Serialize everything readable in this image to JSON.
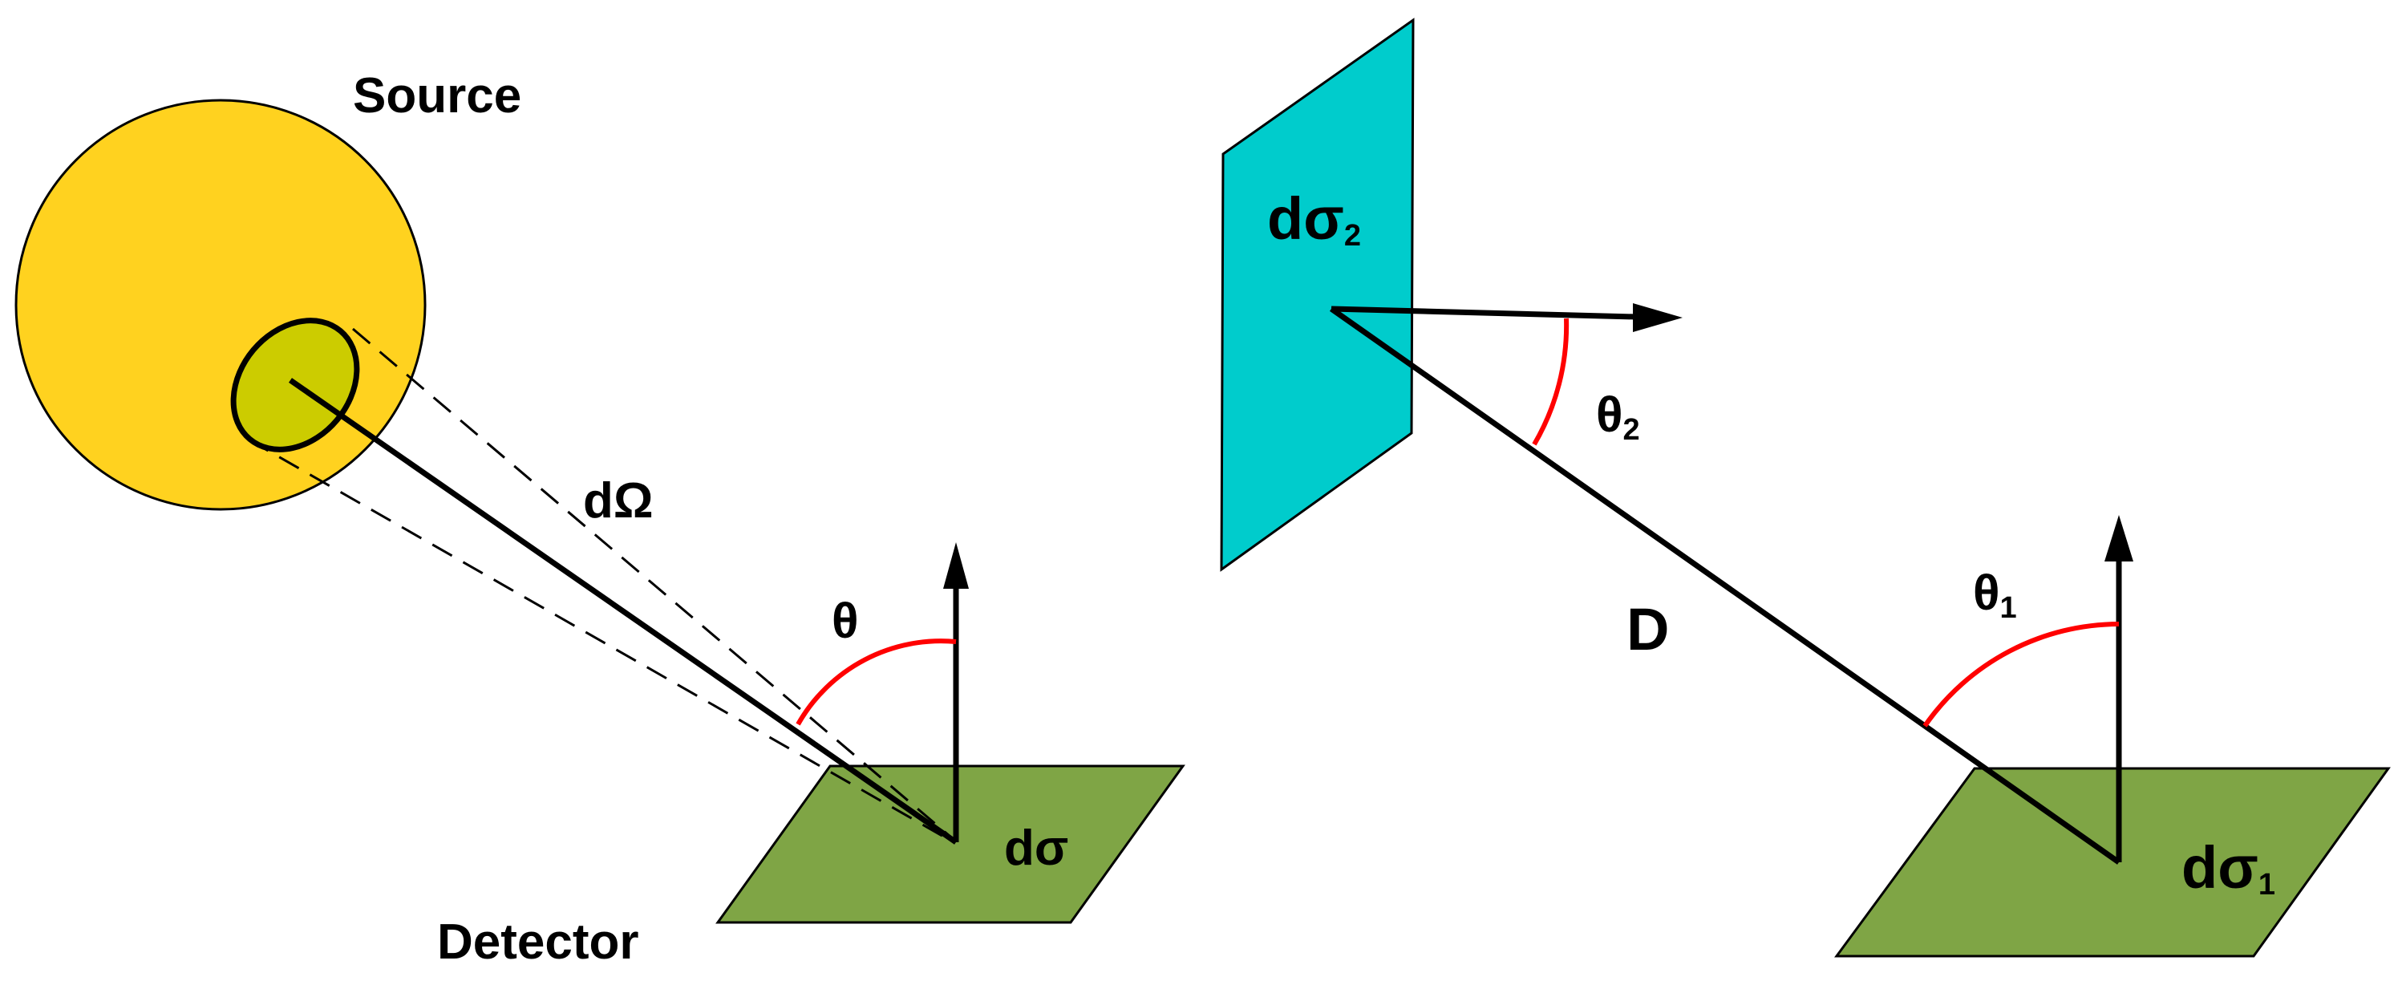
{
  "left_panel": {
    "source_label": "Source",
    "solid_angle_label": "dΩ",
    "angle_label": "θ",
    "area_label": "dσ",
    "detector_label": "Detector"
  },
  "right_panel": {
    "area2_label_base": "dσ",
    "area2_label_sub": "2",
    "angle2_label_base": "θ",
    "angle2_label_sub": "2",
    "distance_label": "D",
    "angle1_label_base": "θ",
    "angle1_label_sub": "1",
    "area1_label_base": "dσ",
    "area1_label_sub": "1"
  },
  "colors": {
    "source_fill": "#FFD21F",
    "emitting_patch_fill": "#CCCC00",
    "detector_fill": "#7FA545",
    "area2_fill": "#00CCCC",
    "angle_arc": "#FF0000",
    "line": "#000000"
  }
}
